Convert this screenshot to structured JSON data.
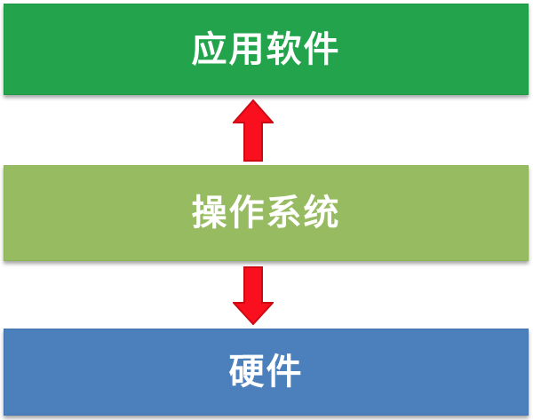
{
  "diagram": {
    "background_color": "#FFFFFF",
    "text_color": "#FFFFFF",
    "layers": [
      {
        "id": "application-software",
        "label": "应用软件",
        "fill": "#22A34C",
        "edge": "#1B9A44"
      },
      {
        "id": "operating-system",
        "label": "操作系统",
        "fill": "#97BB61",
        "edge": "#8CB355"
      },
      {
        "id": "hardware",
        "label": "硬件",
        "fill": "#4C80BC",
        "edge": "#4273AE"
      }
    ],
    "arrows": [
      {
        "id": "up-arrow",
        "direction": "up",
        "fill": "#FA0F1E",
        "edge": "#CC0A13"
      },
      {
        "id": "down-arrow",
        "direction": "down",
        "fill": "#FA0F1E",
        "edge": "#CC0A13"
      }
    ]
  }
}
